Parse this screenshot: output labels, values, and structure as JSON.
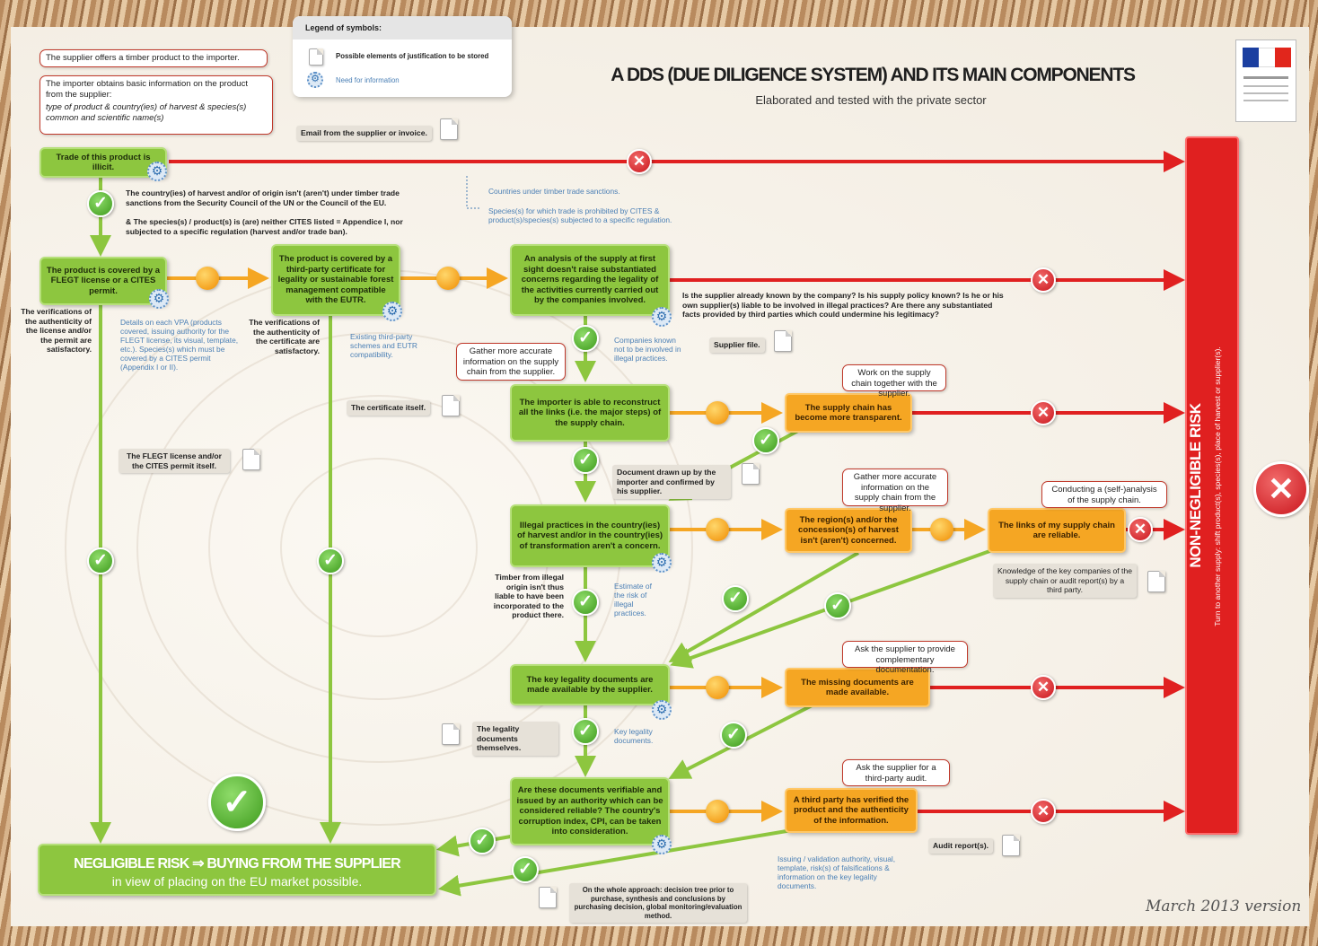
{
  "title": "A DDS (DUE DILIGENCE SYSTEM) AND ITS MAIN COMPONENTS",
  "subtitle": "Elaborated and tested with the private sector",
  "version": "March 2013 version",
  "legend": {
    "title": "Legend of symbols:",
    "doc": "Possible elements of justification to be stored",
    "info": "Need for information"
  },
  "intro": {
    "offer": "The supplier offers a timber product to the importer.",
    "obtains": "The importer obtains basic information on the product from the supplier:",
    "obtains_detail": "type of product & country(ies) of harvest & species(s) common and scientific name(s)"
  },
  "docs": {
    "email": "Email from the supplier or invoice.",
    "supplier_file": "Supplier file.",
    "certificate": "The certificate itself.",
    "flegt": "The FLEGT license and/or the CITES permit itself.",
    "drawn": "Document drawn up by the importer and confirmed by his supplier.",
    "knowledge": "Knowledge of the key companies of the supply chain or audit report(s) by a third party.",
    "legality": "The legality documents themselves.",
    "audit": "Audit report(s).",
    "whole": "On the whole approach: decision tree prior to purchase, synthesis and conclusions by purchasing decision, global monitoring/evaluation method."
  },
  "boxes": {
    "illicit": "Trade of this product is illicit.",
    "flegt_covered": "The product is covered by a FLEGT license or a CITES permit.",
    "third_party": "The product is covered by a third-party certificate for legality or sustainable forest management compatible with the EUTR.",
    "analysis": "An analysis of the supply at first sight doesn't raise substantiated concerns regarding the legality of the activities currently carried out by the companies involved.",
    "reconstruct": "The importer is able to reconstruct all the links (i.e. the major steps) of the supply chain.",
    "illegal_practices": "Illegal practices in the country(ies) of harvest and/or in the country(ies) of transformation aren't a concern.",
    "key_docs": "The key legality documents are made available by the supplier.",
    "verifiable": "Are these documents verifiable and issued by an authority which can be considered reliable? The country's corruption index, CPI, can be taken into consideration.",
    "transparent": "The supply chain has become more transparent.",
    "region": "The region(s) and/or the concession(s) of harvest isn't (aren't) concerned.",
    "links": "The links of my supply chain are reliable.",
    "missing": "The missing documents are made available.",
    "third_verified": "A third party has verified the product and the authenticity of the information."
  },
  "callouts": {
    "gather1": "Gather more accurate information on the supply chain from the supplier.",
    "work": "Work on the supply chain together with the supplier.",
    "gather2": "Gather more accurate information on the supply chain from the supplier.",
    "self": "Conducting a (self-)analysis of the supply chain.",
    "ask_docs": "Ask the supplier to provide complementary documentation.",
    "ask_audit": "Ask the supplier for a third-party audit."
  },
  "notes": {
    "sanctions": "The country(ies) of harvest and/or of origin isn't (aren't) under timber trade sanctions from the Security Council of the UN or the Council of the EU.",
    "species": "& The species(s) / product(s) is (are) neither CITES listed = Appendice I, nor subjected to a specific regulation (harvest and/or trade ban).",
    "verif_license": "The verifications of the authenticity of the license and/or the permit are satisfactory.",
    "verif_cert": "The verifications of the authenticity of the certificate are satisfactory.",
    "supplier_known": "Is the supplier already known by the company? Is his supply policy known? Is he or his own supplier(s) liable to be involved in illegal practices? Are there any substantiated facts provided by third parties which could undermine his legitimacy?",
    "timber": "Timber from illegal origin isn't thus liable to have been incorporated to the product there."
  },
  "info": {
    "sanctions": "Countries under timber trade sanctions.",
    "cites": "Species(s) for which trade is prohibited by CITES & product(s)/species(s) subjected to a specific regulation.",
    "vpa": "Details on each VPA (products covered, issuing authority for the FLEGT license, its visual, template, etc.). Species(s) which must be covered by a CITES permit (Appendix I or II).",
    "schemes": "Existing third-party schemes and EUTR compatibility.",
    "companies": "Companies known not to be involved in illegal practices.",
    "estimate": "Estimate of the risk of illegal practices.",
    "key_legality": "Key legality documents.",
    "issuing": "Issuing / validation authority, visual, template, risk(s) of falsifications & information on the key legality documents."
  },
  "risk": {
    "nonneg": "NON-NEGLIGIBLE RISK",
    "nonneg_sub": "Turn to another supply: shift product(s), species(s), place of harvest or supplier(s).",
    "neg": "NEGLIGIBLE RISK ⇒ BUYING FROM THE SUPPLIER",
    "neg_sub": "in view of placing on the EU market possible."
  },
  "colors": {
    "green": "#8dc63f",
    "orange": "#f5a623",
    "red": "#e02020",
    "info_blue": "#4a7fb5"
  },
  "icons": {
    "check": "check-icon",
    "cross": "cross-icon",
    "gear": "gear-icon",
    "document": "document-icon",
    "alternative": "orange-dot"
  }
}
